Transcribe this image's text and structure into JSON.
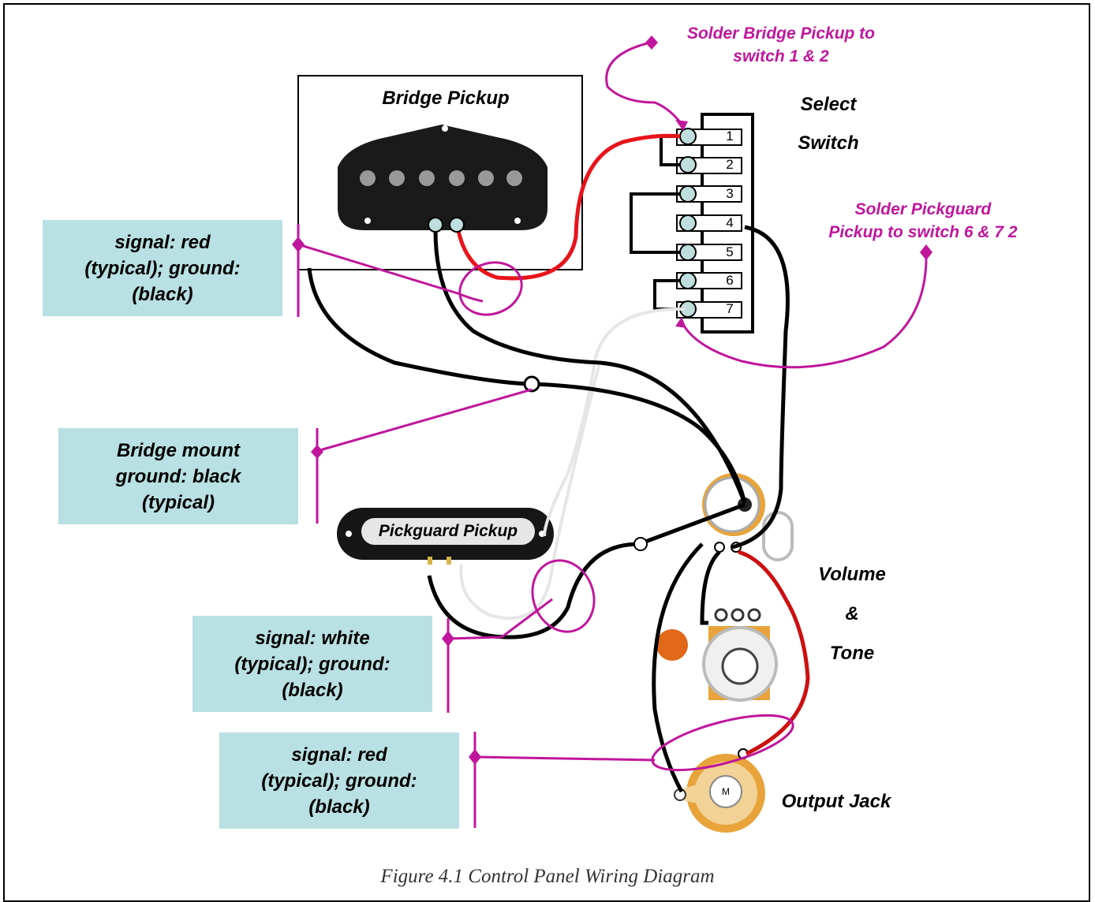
{
  "labels": {
    "bridge_pickup": "Bridge Pickup",
    "select_switch_line1": "Select",
    "select_switch_line2": "Switch",
    "solder_bridge_line1": "Solder Bridge Pickup to",
    "solder_bridge_line2": "switch 1 & 2",
    "solder_pickguard_line1": "Solder Pickguard",
    "solder_pickguard_line2": "Pickup to switch 6 & 7 2",
    "pickguard_pickup": "Pickguard Pickup",
    "volume": "Volume",
    "amp": "&",
    "tone": "Tone",
    "output_jack": "Output Jack",
    "jack_m": "M"
  },
  "callouts": {
    "bridge_signal": [
      "signal: red",
      "(typical); ground:",
      "(black)"
    ],
    "bridge_mount": [
      "Bridge mount",
      "ground: black",
      "(typical)"
    ],
    "pickguard_signal": [
      "signal: white",
      "(typical); ground:",
      "(black)"
    ],
    "jack_signal": [
      "signal: red",
      "(typical); ground:",
      "(black)"
    ]
  },
  "switch_terminals": [
    "1",
    "2",
    "3",
    "4",
    "5",
    "6",
    "7"
  ],
  "caption": "Figure 4.1 Control Panel Wiring Diagram",
  "colors": {
    "callout_fill": "#b9e0e2",
    "annotation": "#c0169c",
    "signal_red": "#e8141c",
    "ground_black": "#000000",
    "signal_white": "#e6e6e6",
    "pot_orange": "#e8a43a"
  }
}
